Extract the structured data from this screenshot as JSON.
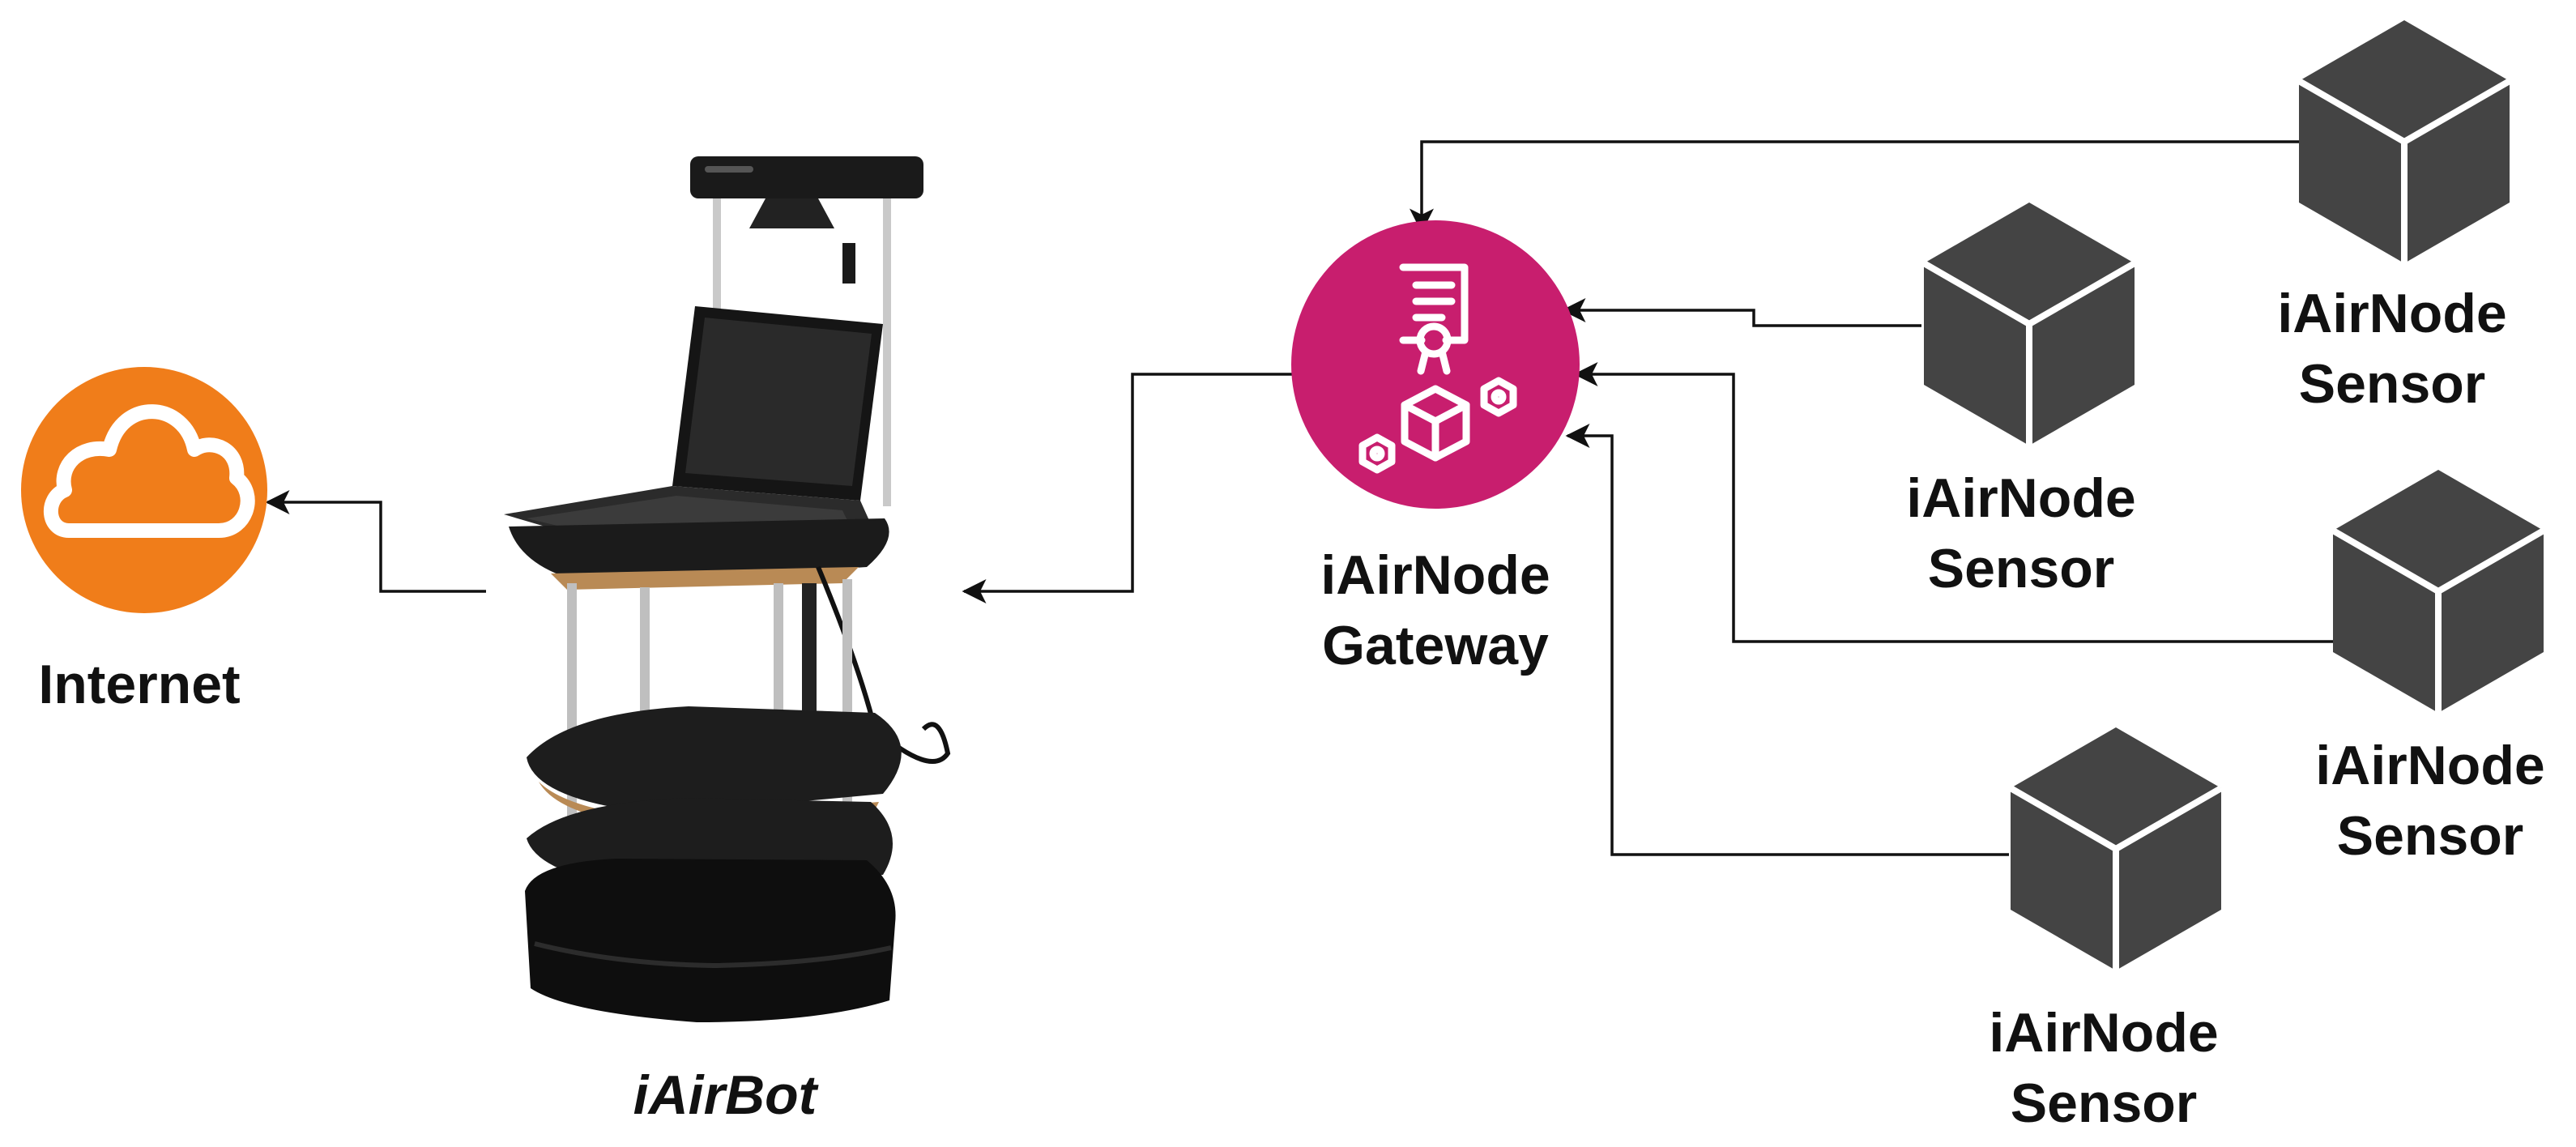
{
  "internet": {
    "label": "Internet",
    "icon": "cloud-icon",
    "color": "#f07d1a"
  },
  "robot": {
    "label": "iAirBot",
    "icon": "robot-icon"
  },
  "gateway": {
    "label_line1": "iAirNode",
    "label_line2": "Gateway",
    "icon": "gateway-icon",
    "color": "#c81e6e"
  },
  "sensors": [
    {
      "label_line1": "iAirNode",
      "label_line2": "Sensor",
      "icon": "cube-icon"
    },
    {
      "label_line1": "iAirNode",
      "label_line2": "Sensor",
      "icon": "cube-icon"
    },
    {
      "label_line1": "iAirNode",
      "label_line2": "Sensor",
      "icon": "cube-icon"
    },
    {
      "label_line1": "iAirNode",
      "label_line2": "Sensor",
      "icon": "cube-icon"
    }
  ],
  "colors": {
    "line": "#111111",
    "cube": "#444444",
    "cube_edge": "#ffffff"
  }
}
